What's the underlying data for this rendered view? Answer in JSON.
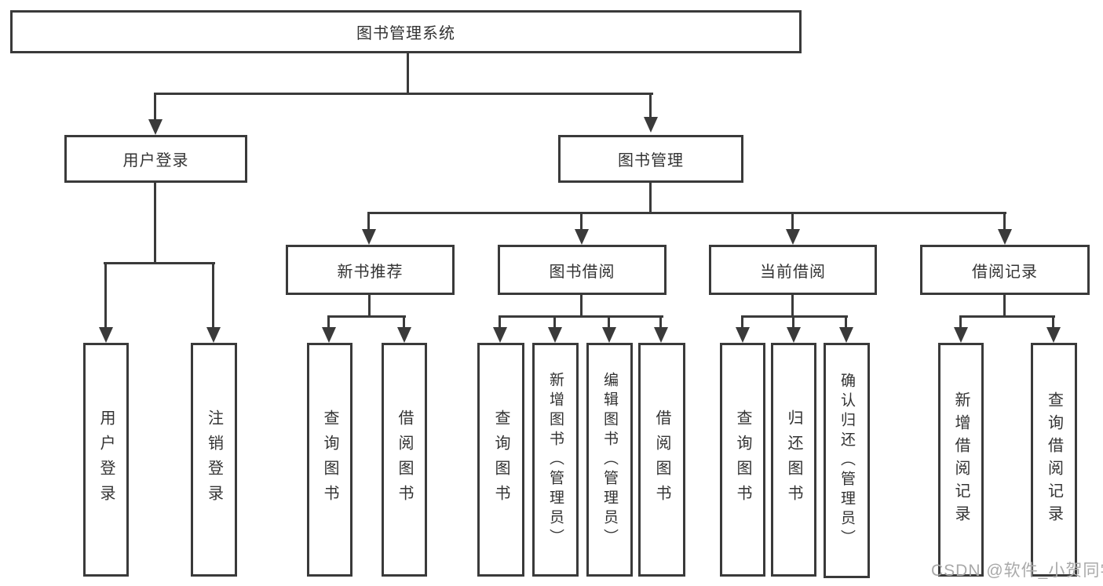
{
  "diagram_title": "图书管理系统",
  "colors": {
    "line": "#3a3a3a",
    "text": "#333333",
    "watermark": "#a9a9a9",
    "background": "#ffffff"
  },
  "nodes": {
    "root": "图书管理系统",
    "user_login": "用户登录",
    "book_mgmt": "图书管理",
    "new_books": "新书推荐",
    "book_borrow": "图书借阅",
    "current_borrow": "当前借阅",
    "borrow_records": "借阅记录"
  },
  "leaves": {
    "user_login": [
      "用户登录",
      "注销登录"
    ],
    "new_books": [
      "查询图书",
      "借阅图书"
    ],
    "book_borrow": [
      "查询图书",
      "新增图书（管理员）",
      "编辑图书（管理员）",
      "借阅图书"
    ],
    "current_borrow": [
      "查询图书",
      "归还图书",
      "确认归还（管理员）"
    ],
    "borrow_records": [
      "新增借阅记录",
      "查询借阅记录"
    ]
  },
  "watermark": "CSDN @软件_小贺同学"
}
